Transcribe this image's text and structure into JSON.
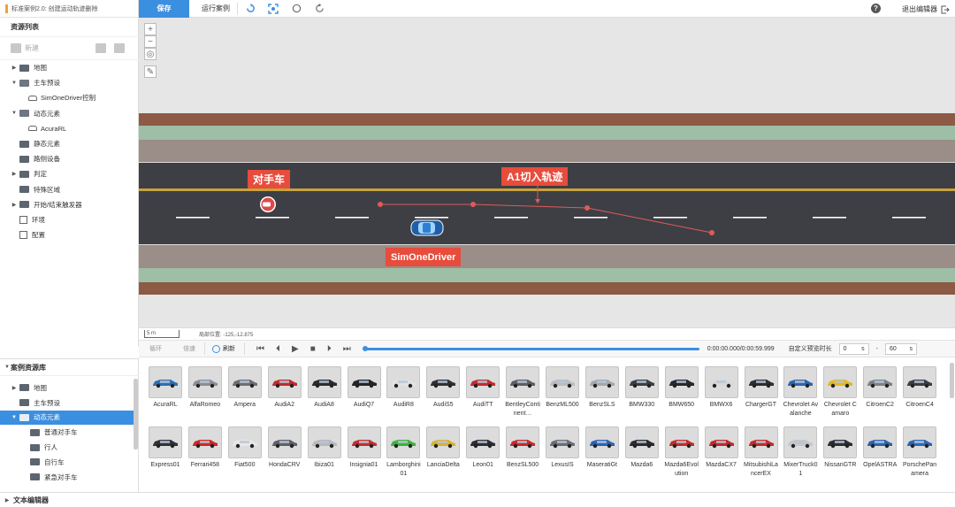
{
  "window": {
    "title": "标准案例2.0: 创建运动轨迹删除"
  },
  "toolbar": {
    "save_label": "保存",
    "run_label": "运行案例",
    "exit_label": "退出编辑器"
  },
  "resources": {
    "header": "资源列表",
    "new_label": "新建",
    "tree": [
      {
        "label": "地图",
        "arrow": "▶",
        "level": 0,
        "icon": "folder-icon"
      },
      {
        "label": "主车预设",
        "arrow": "▼",
        "level": 0,
        "icon": "folder-open-icon"
      },
      {
        "label": "SimOneDriver控制",
        "arrow": "",
        "level": 2,
        "icon": "car-icon"
      },
      {
        "label": "动态元素",
        "arrow": "▼",
        "level": 0,
        "icon": "folder-open-icon"
      },
      {
        "label": "AcuraRL",
        "arrow": "",
        "level": 2,
        "icon": "car-icon"
      },
      {
        "label": "静态元素",
        "arrow": "",
        "level": 1,
        "icon": "folder-icon"
      },
      {
        "label": "路侧设备",
        "arrow": "",
        "level": 1,
        "icon": "folder-icon"
      },
      {
        "label": "判定",
        "arrow": "▶",
        "level": 0,
        "icon": "folder-icon"
      },
      {
        "label": "特殊区域",
        "arrow": "",
        "level": 1,
        "icon": "folder-icon"
      },
      {
        "label": "开始/结束触发器",
        "arrow": "▶",
        "level": 0,
        "icon": "folder-icon"
      },
      {
        "label": "环境",
        "arrow": "",
        "level": 1,
        "icon": "env-icon"
      },
      {
        "label": "配置",
        "arrow": "",
        "level": 1,
        "icon": "config-icon"
      }
    ]
  },
  "case_library": {
    "header": "案例资源库",
    "tree": [
      {
        "label": "地图",
        "arrow": "▶",
        "level": 0,
        "selected": false
      },
      {
        "label": "主车预设",
        "arrow": "",
        "level": 1,
        "selected": false
      },
      {
        "label": "动态元素",
        "arrow": "▼",
        "level": 0,
        "selected": true
      },
      {
        "label": "普通对手车",
        "arrow": "",
        "level": 2,
        "selected": false
      },
      {
        "label": "行人",
        "arrow": "",
        "level": 2,
        "selected": false
      },
      {
        "label": "自行车",
        "arrow": "",
        "level": 2,
        "selected": false
      },
      {
        "label": "紧急对手车",
        "arrow": "",
        "level": 2,
        "selected": false
      }
    ]
  },
  "text_editor": {
    "label": "文本编辑器"
  },
  "map": {
    "tags": {
      "opponent": "对手车",
      "trajectory": "A1切入轨迹",
      "driver": "SimOneDriver"
    },
    "colors": {
      "tag": "#e74c3c",
      "road": "#3d3f44",
      "dirt": "#8c5a45",
      "grass": "#9fbea6",
      "sidewalk": "#9b8d87",
      "lane_yellow": "#c9a23e"
    },
    "scale_label": "5 m",
    "position_label": "局部位置: -125,-12.875"
  },
  "playback": {
    "loop_label": "循环",
    "speed_label": "倍速",
    "refresh_label": "刷新",
    "time": "0:00:00.000/0:00:59.999",
    "preview_label": "自定义预览时长",
    "start_value": "0",
    "end_value": "60",
    "unit": "s",
    "dash": "-",
    "progress": 1.0
  },
  "gallery": {
    "cars": [
      {
        "name": "AcuraRL",
        "color": "#2d6fb3"
      },
      {
        "name": "AlfaRomeo",
        "color": "#8a8f96"
      },
      {
        "name": "Ampera",
        "color": "#6b6f75"
      },
      {
        "name": "AudiA2",
        "color": "#c42a2a"
      },
      {
        "name": "AudiA8",
        "color": "#2a2c30"
      },
      {
        "name": "AudiQ7",
        "color": "#23252a"
      },
      {
        "name": "AudiR8",
        "color": "#e2e2e2"
      },
      {
        "name": "AudiS5",
        "color": "#2e3136"
      },
      {
        "name": "AudiTT",
        "color": "#c62b2b"
      },
      {
        "name": "BentleyContinent…",
        "color": "#5c6066"
      },
      {
        "name": "BenzML500",
        "color": "#b9bcc0"
      },
      {
        "name": "BenzSLS",
        "color": "#a5a9ae"
      },
      {
        "name": "BMW330",
        "color": "#3b3f45"
      },
      {
        "name": "BMW650",
        "color": "#27292d"
      },
      {
        "name": "BMWX6",
        "color": "#d8d8d8"
      },
      {
        "name": "ChargerGT",
        "color": "#2b2d31"
      },
      {
        "name": "Chevrolet Avalanche",
        "color": "#2a67b0"
      },
      {
        "name": "Chevrolet Camaro",
        "color": "#e6b820"
      },
      {
        "name": "CitroenC2",
        "color": "#7d8187"
      },
      {
        "name": "CitroenC4",
        "color": "#3a3e44"
      },
      {
        "name": "Express01",
        "color": "#2f3237"
      },
      {
        "name": "Ferrari458",
        "color": "#d02626"
      },
      {
        "name": "Fiat500",
        "color": "#e8e8e8"
      },
      {
        "name": "HondaCRV",
        "color": "#5d6167"
      },
      {
        "name": "Ibiza01",
        "color": "#b7b9bd"
      },
      {
        "name": "Insignia01",
        "color": "#c42d2d"
      },
      {
        "name": "Lamborghini01",
        "color": "#3ab53a"
      },
      {
        "name": "LanciaDelta",
        "color": "#d9b232"
      },
      {
        "name": "Leon01",
        "color": "#2b2e33"
      },
      {
        "name": "BenzSL500",
        "color": "#c8292b"
      },
      {
        "name": "LexusIS",
        "color": "#6a6e74"
      },
      {
        "name": "MaseratiGt",
        "color": "#2b62b5"
      },
      {
        "name": "Mazda6",
        "color": "#2a2c30"
      },
      {
        "name": "Mazda6Evolution",
        "color": "#c52a2a"
      },
      {
        "name": "MazdaCX7",
        "color": "#c3282a"
      },
      {
        "name": "MitsubishiLancerEX",
        "color": "#c8282b"
      },
      {
        "name": "MixerTruck01",
        "color": "#c5c7ca"
      },
      {
        "name": "NissanGTR",
        "color": "#2c2e33"
      },
      {
        "name": "OpelASTRA",
        "color": "#2b64b0"
      },
      {
        "name": "PorschePanamera",
        "color": "#2a67b3"
      }
    ]
  }
}
